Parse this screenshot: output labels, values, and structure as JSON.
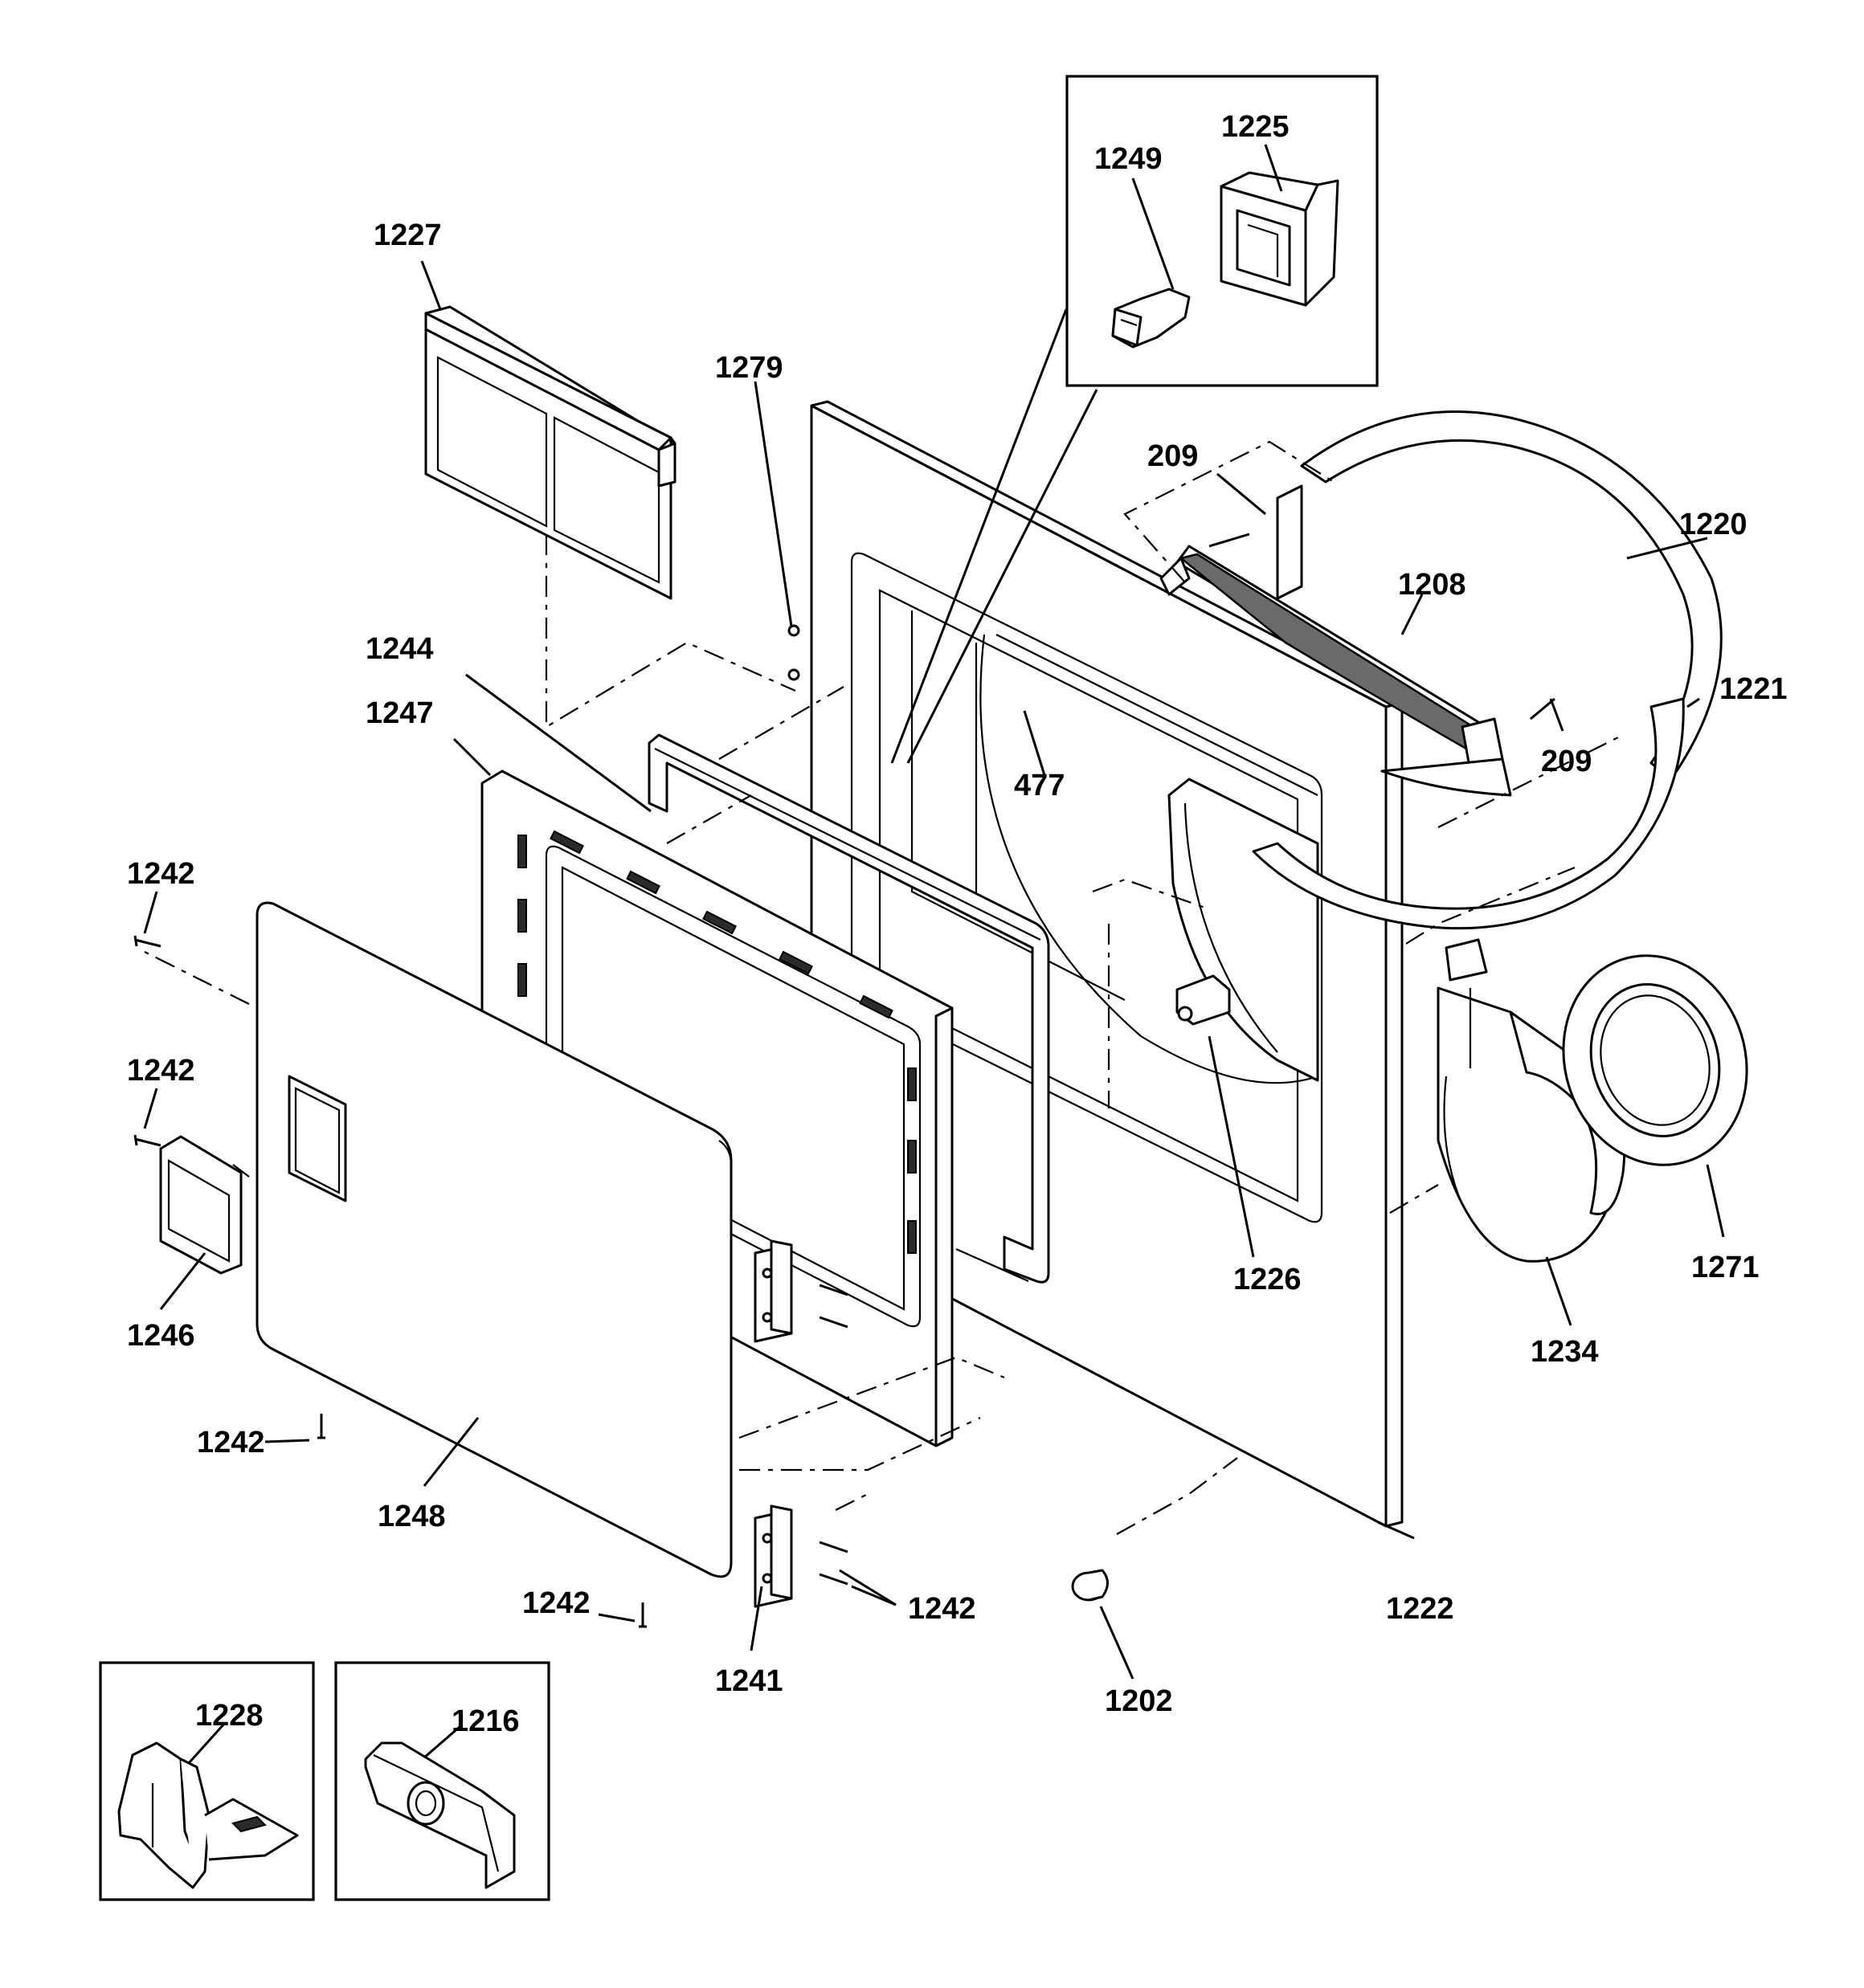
{
  "parts": {
    "p1227": "1227",
    "p1279": "1279",
    "p1249": "1249",
    "p1225": "1225",
    "p209a": "209",
    "p1220": "1220",
    "p1208": "1208",
    "p1221": "1221",
    "p209b": "209",
    "p1244": "1244",
    "p1247": "1247",
    "p477": "477",
    "p1242a": "1242",
    "p1242b": "1242",
    "p1246": "1246",
    "p1226": "1226",
    "p1271": "1271",
    "p1234": "1234",
    "p1242c": "1242",
    "p1248": "1248",
    "p1242d": "1242",
    "p1242e": "1242",
    "p1241": "1241",
    "p1222": "1222",
    "p1202": "1202",
    "p1228": "1228",
    "p1216": "1216"
  }
}
